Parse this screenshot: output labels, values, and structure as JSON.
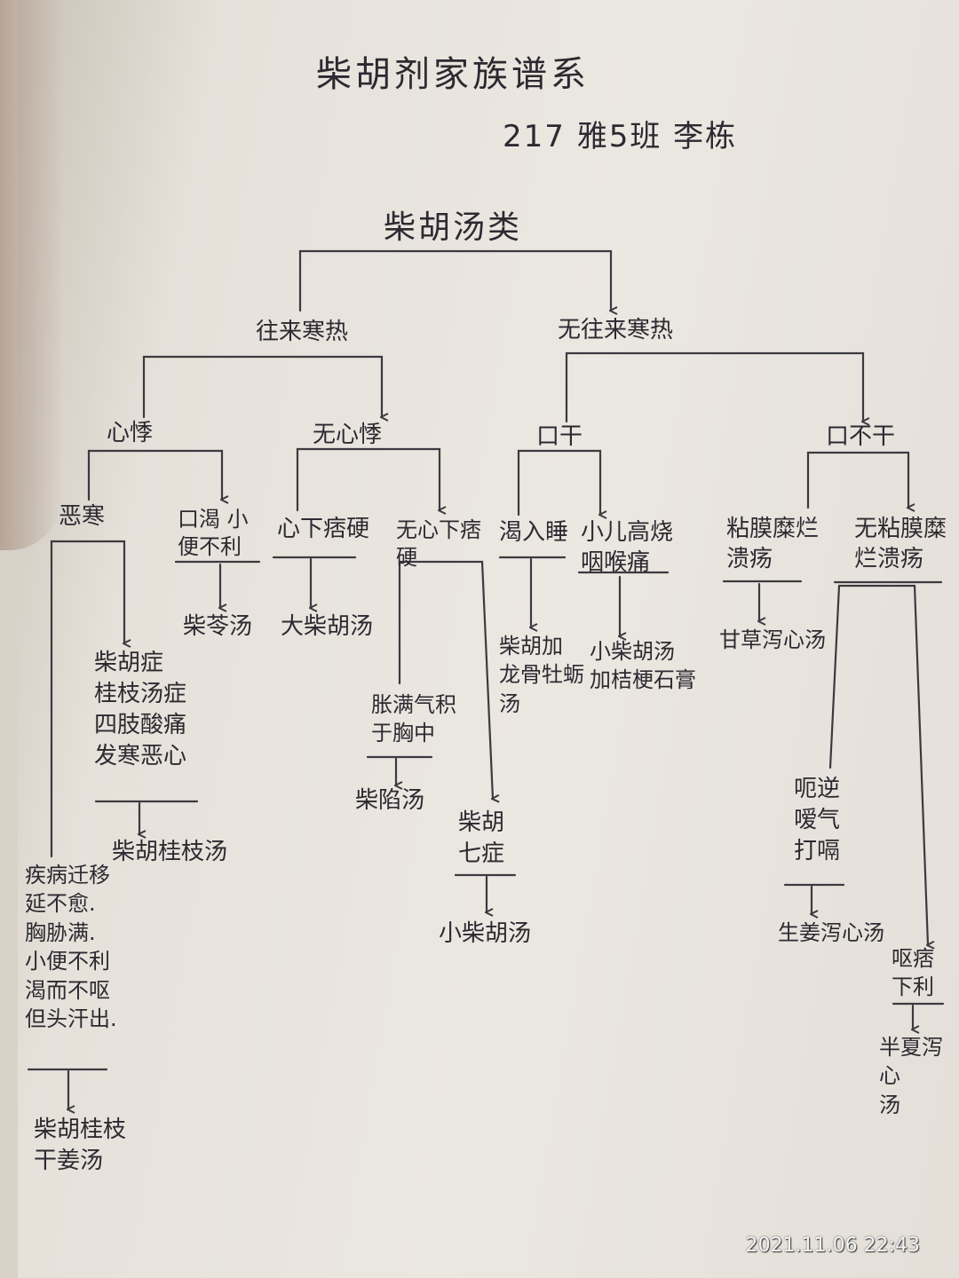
{
  "title": "柴胡剂家族谱系",
  "author": "217 雅5班 李栋",
  "timestamp": "2021.11.06 22:43",
  "tree": {
    "root": "柴胡汤类",
    "l1": [
      "往来寒热",
      "无往来寒热"
    ],
    "l2": [
      "心悸",
      "无心悸",
      "口干",
      "口不干"
    ],
    "l3": [
      "恶寒",
      "口渴 小便不利",
      "心下痞硬",
      "无心下痞硬",
      "渴入睡",
      "小儿高烧 咽喉痛",
      "粘膜糜烂溃疡",
      "无粘膜糜烂溃疡"
    ],
    "chaihu_guizhi_sym": [
      "柴胡症",
      "桂枝汤症",
      "四肢酸痛",
      "发寒恶心"
    ],
    "chaihu_guizhi": "柴胡桂枝汤",
    "chaiqin": "柴苓汤",
    "da_chaihu": "大柴胡汤",
    "zhangman": [
      "胀满气积",
      "于胸中"
    ],
    "chaixian": "柴陷汤",
    "chaihu_zheng": [
      "柴胡",
      "七症"
    ],
    "xiao_chaihu": "小柴胡汤",
    "longgu_muli": [
      "柴胡加",
      "龙骨牡蛎",
      "汤"
    ],
    "jiejie_shigao": [
      "小柴胡汤",
      "加桔梗石膏"
    ],
    "gancao_xiexin": "甘草泻心汤",
    "ounie": [
      "呃逆",
      "嗳气",
      "打嗝"
    ],
    "shengjiang_xiexin": "生姜泻心汤",
    "oupi": [
      "呕痞",
      "下利"
    ],
    "banxia_xiexin": [
      "半夏泻心",
      "汤"
    ],
    "ganjiang_sym": [
      "疾病迁移",
      "延不愈.",
      "胸胁满.",
      "小便不利",
      "渴而不呕",
      "但头汗出."
    ],
    "ganjiang": [
      "柴胡桂枝",
      "干姜汤"
    ]
  }
}
